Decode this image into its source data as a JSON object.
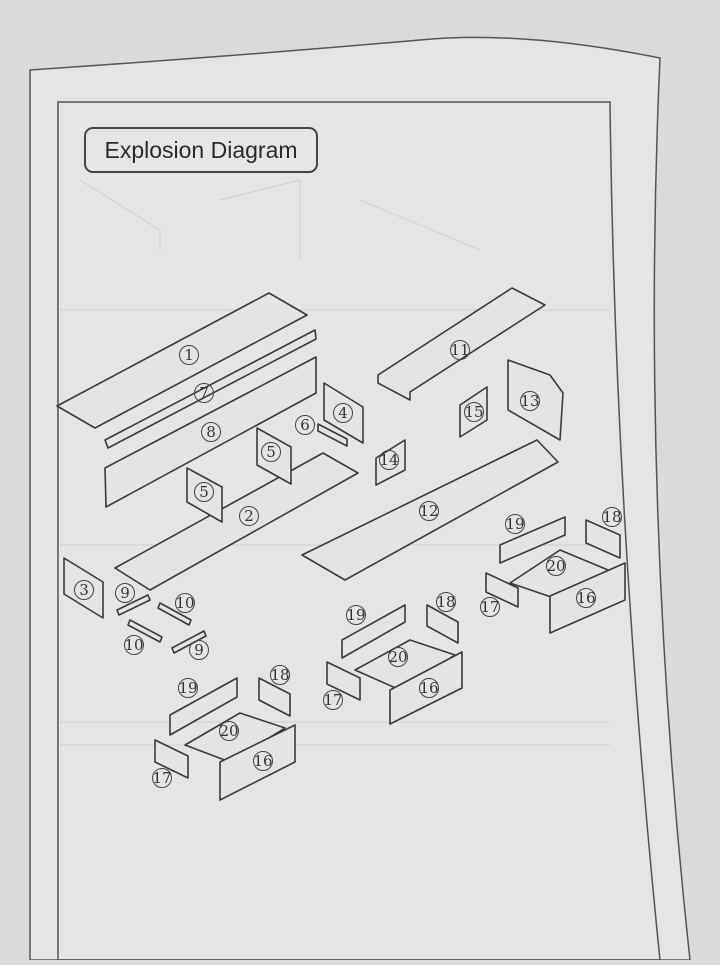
{
  "title": "Explosion Diagram",
  "parts": [
    {
      "n": "1"
    },
    {
      "n": "2"
    },
    {
      "n": "3"
    },
    {
      "n": "4"
    },
    {
      "n": "5"
    },
    {
      "n": "5"
    },
    {
      "n": "6"
    },
    {
      "n": "7"
    },
    {
      "n": "8"
    },
    {
      "n": "9"
    },
    {
      "n": "9"
    },
    {
      "n": "10"
    },
    {
      "n": "10"
    },
    {
      "n": "11"
    },
    {
      "n": "12"
    },
    {
      "n": "13"
    },
    {
      "n": "14"
    },
    {
      "n": "15"
    },
    {
      "n": "16"
    },
    {
      "n": "17"
    },
    {
      "n": "18"
    },
    {
      "n": "19"
    },
    {
      "n": "20"
    },
    {
      "n": "16"
    },
    {
      "n": "17"
    },
    {
      "n": "18"
    },
    {
      "n": "19"
    },
    {
      "n": "20"
    },
    {
      "n": "16"
    },
    {
      "n": "17"
    },
    {
      "n": "18"
    },
    {
      "n": "19"
    },
    {
      "n": "20"
    }
  ]
}
